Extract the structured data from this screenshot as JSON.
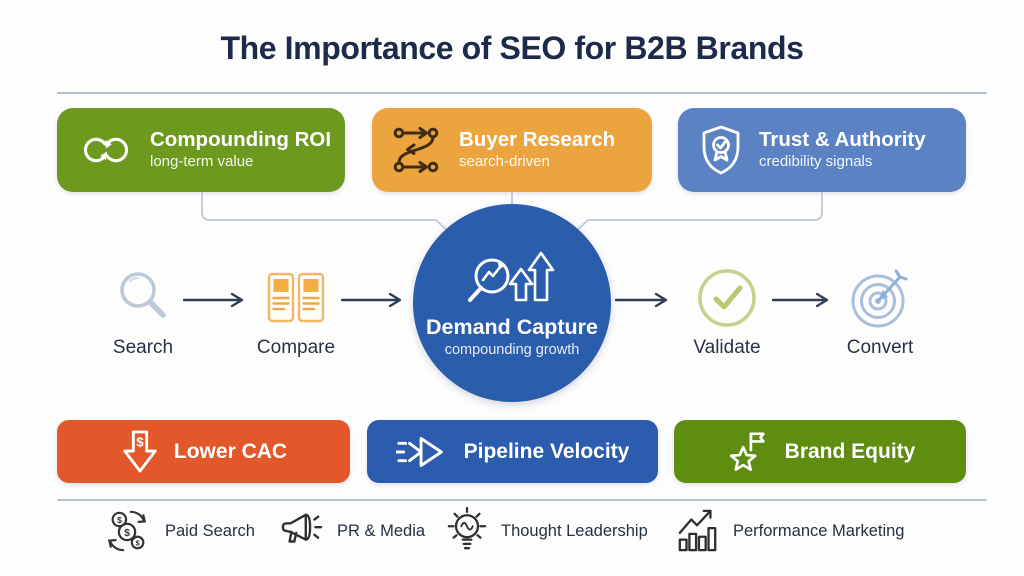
{
  "title": "The Importance of SEO for B2B Brands",
  "top_benefits": [
    {
      "label": "Compounding ROI",
      "sublabel": "long-term value",
      "color": "#6d9a1e",
      "icon": "infinity-loop-icon"
    },
    {
      "label": "Buyer Research",
      "sublabel": "search-driven",
      "color": "#eca43e",
      "icon": "journey-path-icon"
    },
    {
      "label": "Trust & Authority",
      "sublabel": "credibility signals",
      "color": "#5b82c3",
      "icon": "shield-badge-icon"
    }
  ],
  "funnel": {
    "center": {
      "label": "Demand Capture",
      "sublabel": "compounding growth",
      "color": "#2a5dac",
      "icon": "growth-search-icon"
    },
    "steps": [
      {
        "label": "Search",
        "icon": "magnifier-icon"
      },
      {
        "label": "Compare",
        "icon": "compare-pages-icon"
      },
      {
        "label": "Validate",
        "icon": "check-circle-icon"
      },
      {
        "label": "Convert",
        "icon": "target-arrow-icon"
      }
    ]
  },
  "bottom_outcomes": [
    {
      "label": "Lower CAC",
      "color": "#e2582a",
      "icon": "dollar-down-arrow-icon"
    },
    {
      "label": "Pipeline Velocity",
      "color": "#2c5cae",
      "icon": "speed-arrows-icon"
    },
    {
      "label": "Brand Equity",
      "color": "#5e8d10",
      "icon": "star-flag-icon"
    }
  ],
  "footer_channels": [
    {
      "label": "Paid Search",
      "icon": "coins-cycle-icon"
    },
    {
      "label": "PR & Media",
      "icon": "megaphone-icon"
    },
    {
      "label": "Thought Leadership",
      "icon": "lightbulb-icon"
    },
    {
      "label": "Performance Marketing",
      "icon": "bar-chart-growth-icon"
    }
  ],
  "colors": {
    "title_text": "#1e2a49",
    "background": "#fdfdfe",
    "divider": "#b6c2d2",
    "connector": "#c3cedd",
    "arrow": "#323e52",
    "step_label": "#2a3142",
    "footer_text": "#26303f"
  }
}
